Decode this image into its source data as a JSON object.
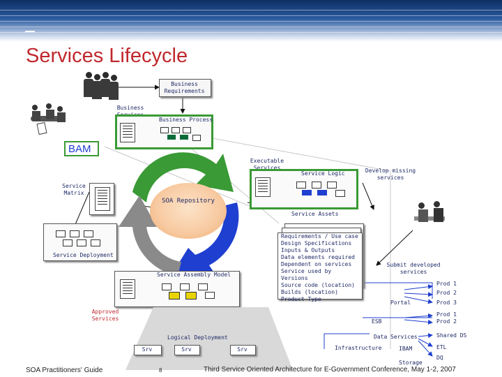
{
  "title": "Services Lifecycle",
  "labels": {
    "business_requirements": "Business Requirements",
    "business_services": "Business Services",
    "business_process": "Business Process",
    "bam": "BAM",
    "executable_services": "Executable Services",
    "service_logic": "Service Logic",
    "develop_missing": "Develop missing services",
    "service_matrix": "Service Matrix",
    "soa_repository": "SOA Repository",
    "service_assets": "Service Assets",
    "service_deployment": "Service Deployment",
    "service_assembly_model": "Service Assembly Model",
    "approved_services": "Approved Services",
    "submit_developed": "Submit developed services",
    "logical_deployment": "Logical Deployment",
    "srv": "Srv",
    "portal": "Portal",
    "esb": "ESB",
    "data_services": "Data Services",
    "infrastructure": "Infrastructure",
    "ibam": "IBAM",
    "storage": "Storage",
    "shared_ds": "Shared DS",
    "etl": "ETL",
    "dq": "DQ",
    "prod1": "Prod 1",
    "prod2": "Prod 2",
    "prod3": "Prod 3"
  },
  "asset_list": [
    "Requirements / Use case",
    "Design Specifications",
    "Inputs & Outputs",
    "Data elements required",
    "Dependent on services",
    "Service used by",
    "Versions",
    "Source code (location)",
    "Builds (location)",
    "Product Type"
  ],
  "footer": {
    "left": "SOA Practitioners' Guide",
    "page": "8",
    "right": "Third Service Oriented Architecture for E-Government Conference, May 1-2, 2007"
  },
  "colors": {
    "title": "#c0282d",
    "green": "#3a9a35",
    "blue": "#1f3fd0",
    "gray": "#8a8a8a",
    "repo": "#f7c9a0"
  }
}
